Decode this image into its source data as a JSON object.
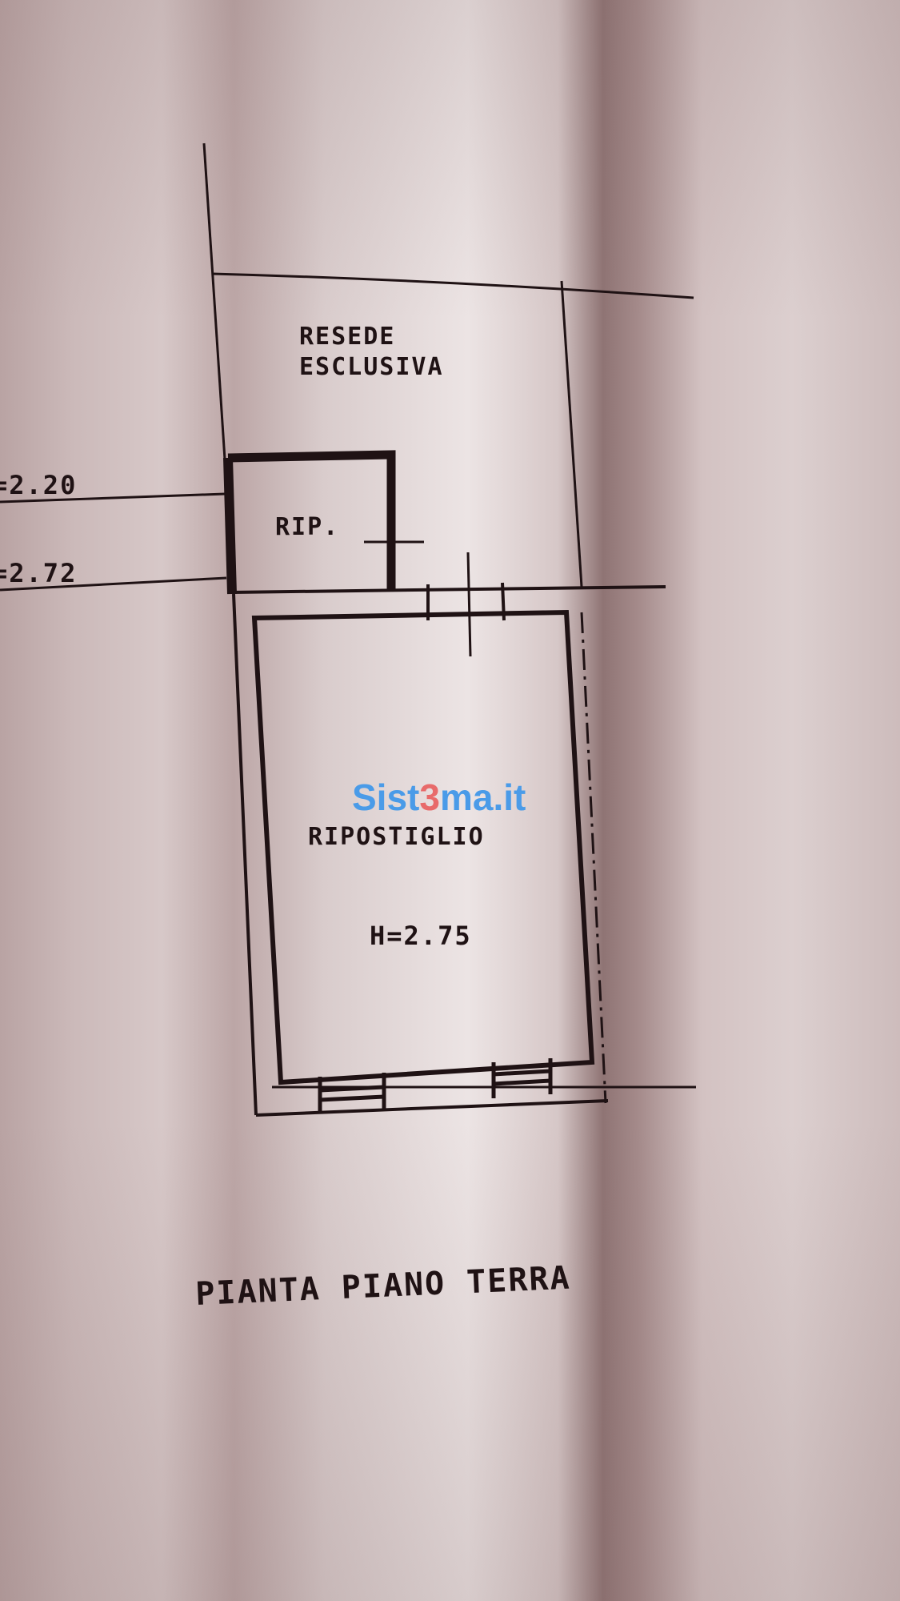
{
  "plan": {
    "area_label_line1": "RESEDE",
    "area_label_line2": "ESCLUSIVA",
    "small_room": "RIP.",
    "main_room": "RIPOSTIGLIO",
    "main_room_height": "H=2.75",
    "level_1": "=2.20",
    "level_2": "=2.72",
    "title": "PIANTA PIANO TERRA"
  },
  "watermark": {
    "part1": "Sist",
    "part2": "3",
    "part3": "ma.it",
    "color_main": "#4a9be8",
    "color_accent": "#e86a6a"
  },
  "colors": {
    "ink": "#1f1214"
  }
}
